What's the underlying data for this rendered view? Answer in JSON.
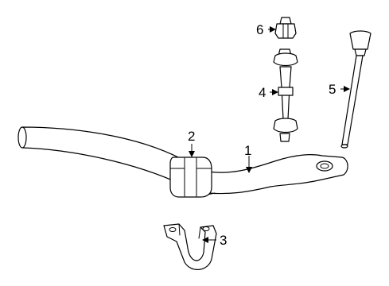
{
  "diagram": {
    "callouts": [
      {
        "id": "1",
        "label": "1"
      },
      {
        "id": "2",
        "label": "2"
      },
      {
        "id": "3",
        "label": "3"
      },
      {
        "id": "4",
        "label": "4"
      },
      {
        "id": "5",
        "label": "5"
      },
      {
        "id": "6",
        "label": "6"
      }
    ],
    "parts": [
      {
        "callout": "1",
        "name": "stabilizer-bar"
      },
      {
        "callout": "2",
        "name": "stabilizer-bar-bushing"
      },
      {
        "callout": "3",
        "name": "bushing-bracket"
      },
      {
        "callout": "4",
        "name": "stabilizer-link"
      },
      {
        "callout": "5",
        "name": "link-rod"
      },
      {
        "callout": "6",
        "name": "nut"
      }
    ]
  }
}
